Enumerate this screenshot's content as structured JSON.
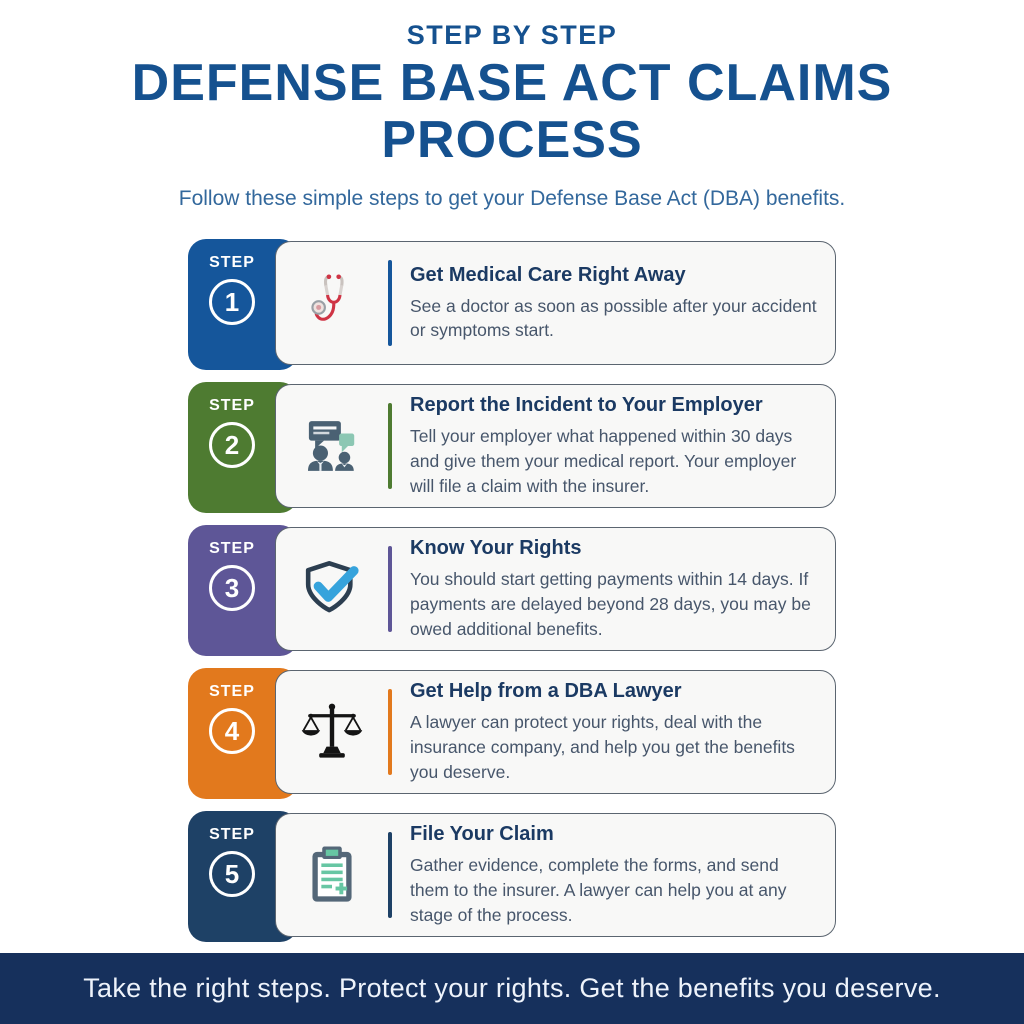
{
  "header": {
    "eyebrow": "STEP BY STEP",
    "title_line1": "DEFENSE BASE ACT CLAIMS",
    "title_line2": "PROCESS",
    "subtitle": "Follow these simple steps to get your Defense Base Act (DBA) benefits.",
    "title_color": "#15518f",
    "subtitle_color": "#33689c"
  },
  "steps": [
    {
      "label": "STEP",
      "number": "1",
      "color": "#15569b",
      "icon": "stethoscope-icon",
      "title": "Get Medical Care Right Away",
      "description": "See a doctor as soon as possible after your accident or symptoms start."
    },
    {
      "label": "STEP",
      "number": "2",
      "color": "#4e7b31",
      "icon": "people-chat-icon",
      "title": "Report the Incident to Your Employer",
      "description": "Tell your employer what happened within 30 days and give them your medical report. Your employer will file a claim with the insurer."
    },
    {
      "label": "STEP",
      "number": "3",
      "color": "#5e5697",
      "icon": "shield-check-icon",
      "title": "Know Your Rights",
      "description": "You should start getting payments within 14 days. If payments are delayed beyond 28 days, you may be owed additional benefits."
    },
    {
      "label": "STEP",
      "number": "4",
      "color": "#e2791d",
      "icon": "scales-of-justice-icon",
      "title": "Get Help from a DBA Lawyer",
      "description": "A lawyer can protect your rights, deal with the insurance company, and help you get the benefits you deserve."
    },
    {
      "label": "STEP",
      "number": "5",
      "color": "#1e4166",
      "icon": "clipboard-icon",
      "title": "File Your Claim",
      "description": "Gather evidence, complete the forms, and send them to the insurer. A lawyer can help you at any stage of the process."
    }
  ],
  "footer": {
    "text": "Take the right steps. Protect your rights. Get the benefits you deserve.",
    "background_color": "#16305c"
  }
}
